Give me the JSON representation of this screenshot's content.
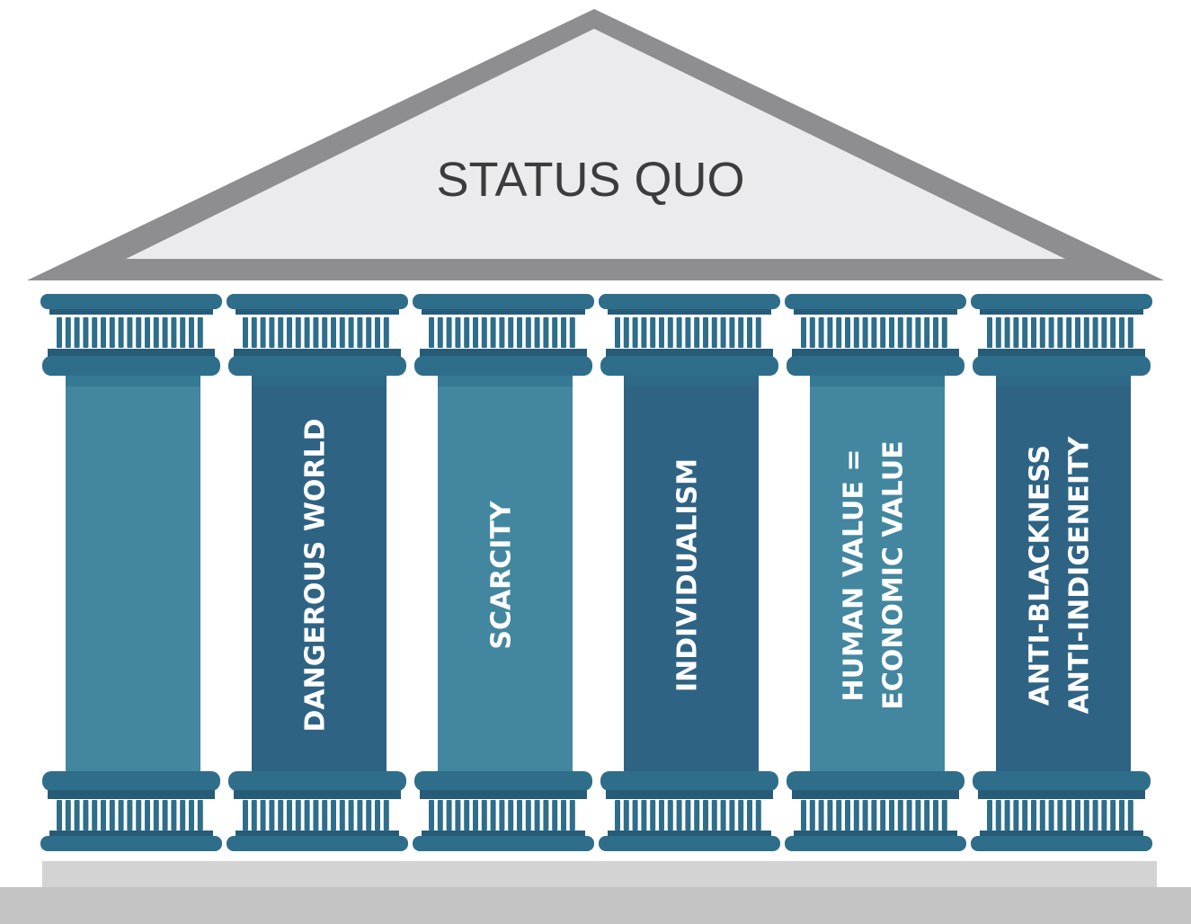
{
  "roof": {
    "title": "STATUS QUO"
  },
  "pillars": [
    {
      "lines": []
    },
    {
      "lines": [
        "DANGEROUS WORLD"
      ]
    },
    {
      "lines": [
        "SCARCITY"
      ]
    },
    {
      "lines": [
        "INDIVIDUALISM"
      ]
    },
    {
      "lines": [
        "HUMAN VALUE =",
        "ECONOMIC VALUE"
      ]
    },
    {
      "lines": [
        "ANTI-BLACKNESS",
        "ANTI-INDIGENEITY"
      ]
    }
  ],
  "colors": {
    "light_teal": "#42879f",
    "dark_teal": "#2e6384",
    "capital": "#2e6e8b",
    "capital_dark": "#265c78",
    "roof_fill": "#ebebee",
    "roof_edge": "#8e8e90",
    "base": "#c3c3c3",
    "base_top": "#d3d3d3"
  }
}
